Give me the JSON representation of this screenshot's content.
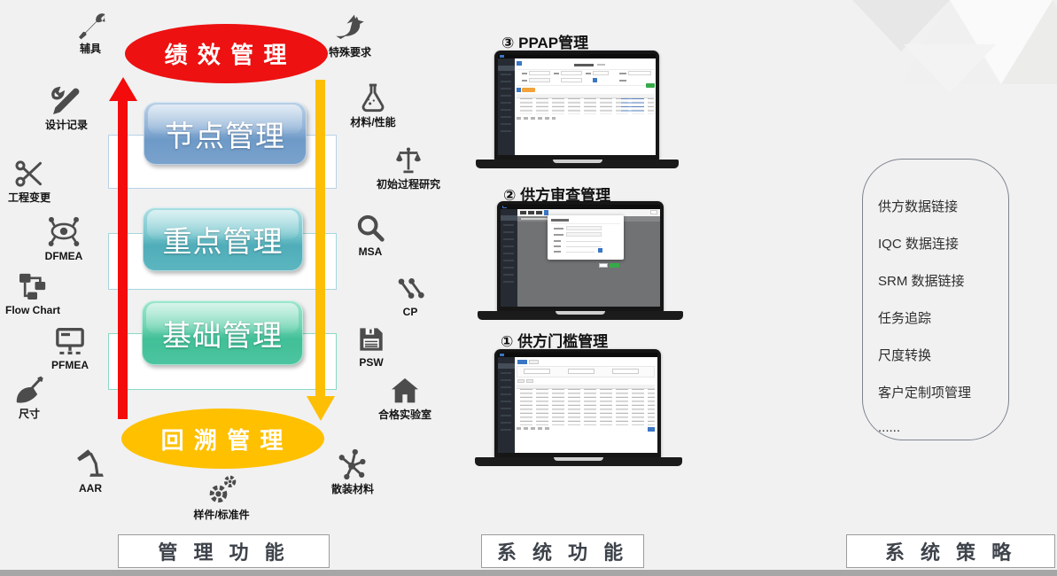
{
  "colors": {
    "accent_red": "#ed1111",
    "accent_yellow": "#ffc000",
    "box_blue": "#6e9ac8",
    "box_teal": "#4fadb9",
    "box_green": "#41bf97",
    "mini_blue": "#3a76c4",
    "mini_orange": "#f2a33c",
    "mini_green": "#37a94a"
  },
  "diagram": {
    "top_ellipse": "绩 效 管 理",
    "bottom_ellipse": "回 溯 管 理",
    "levels": [
      "节点管理",
      "重点管理",
      "基础管理"
    ],
    "icons": [
      {
        "label": "辅具",
        "icon": "wrench-icon"
      },
      {
        "label": "设计记录",
        "icon": "design-tools-icon"
      },
      {
        "label": "工程变更",
        "icon": "scissors-icon"
      },
      {
        "label": "DFMEA",
        "icon": "eye-network-icon"
      },
      {
        "label": "Flow Chart",
        "icon": "flowchart-icon"
      },
      {
        "label": "PFMEA",
        "icon": "monitor-icon"
      },
      {
        "label": "尺寸",
        "icon": "satellite-dish-icon"
      },
      {
        "label": "AAR",
        "icon": "desk-lamp-icon"
      },
      {
        "label": "样件/标准件",
        "icon": "gears-icon"
      },
      {
        "label": "特殊要求",
        "icon": "dove-icon"
      },
      {
        "label": "材料/性能",
        "icon": "flask-icon"
      },
      {
        "label": "初始过程研究",
        "icon": "scales-icon"
      },
      {
        "label": "MSA",
        "icon": "magnifier-icon"
      },
      {
        "label": "CP",
        "icon": "nodes-icon"
      },
      {
        "label": "PSW",
        "icon": "floppy-icon"
      },
      {
        "label": "合格实验室",
        "icon": "house-icon"
      },
      {
        "label": "散装材料",
        "icon": "molecule-icon"
      }
    ]
  },
  "screens": [
    {
      "title": "③ PPAP管理"
    },
    {
      "title": "② 供方审查管理"
    },
    {
      "title": "① 供方门槛管理"
    }
  ],
  "strategy": {
    "items": [
      "供方数据链接",
      "IQC 数据连接",
      "SRM 数据链接",
      "任务追踪",
      "尺度转换",
      "客户定制项管理",
      "......"
    ]
  },
  "footer": {
    "labels": [
      "管 理 功 能",
      "系 统 功 能",
      "系 统 策 略"
    ]
  }
}
